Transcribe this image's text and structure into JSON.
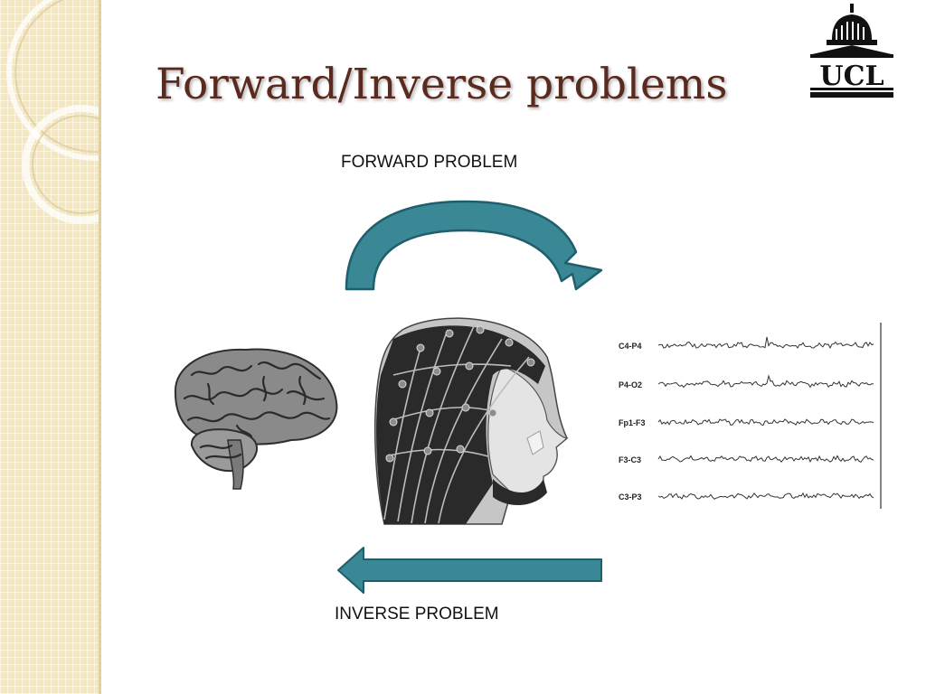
{
  "slide": {
    "title": "Forward/Inverse problems",
    "forward_label": "FORWARD PROBLEM",
    "inverse_label": "INVERSE PROBLEM"
  },
  "logo": {
    "text": "UCL",
    "icon": "ucl-dome-logo"
  },
  "eeg": {
    "channels": [
      "C4-P4",
      "P4-O2",
      "Fp1-F3",
      "F3-C3",
      "C3-P3"
    ]
  },
  "colors": {
    "title": "#5a2a1e",
    "arrow_fill": "#3a8796",
    "arrow_stroke": "#1f5f6c",
    "sidebar": "#f3e6c2"
  },
  "icons": {
    "forward_arrow": "curved-arrow-right",
    "inverse_arrow": "straight-arrow-left",
    "brain": "brain-image",
    "head": "eeg-cap-head-image"
  }
}
